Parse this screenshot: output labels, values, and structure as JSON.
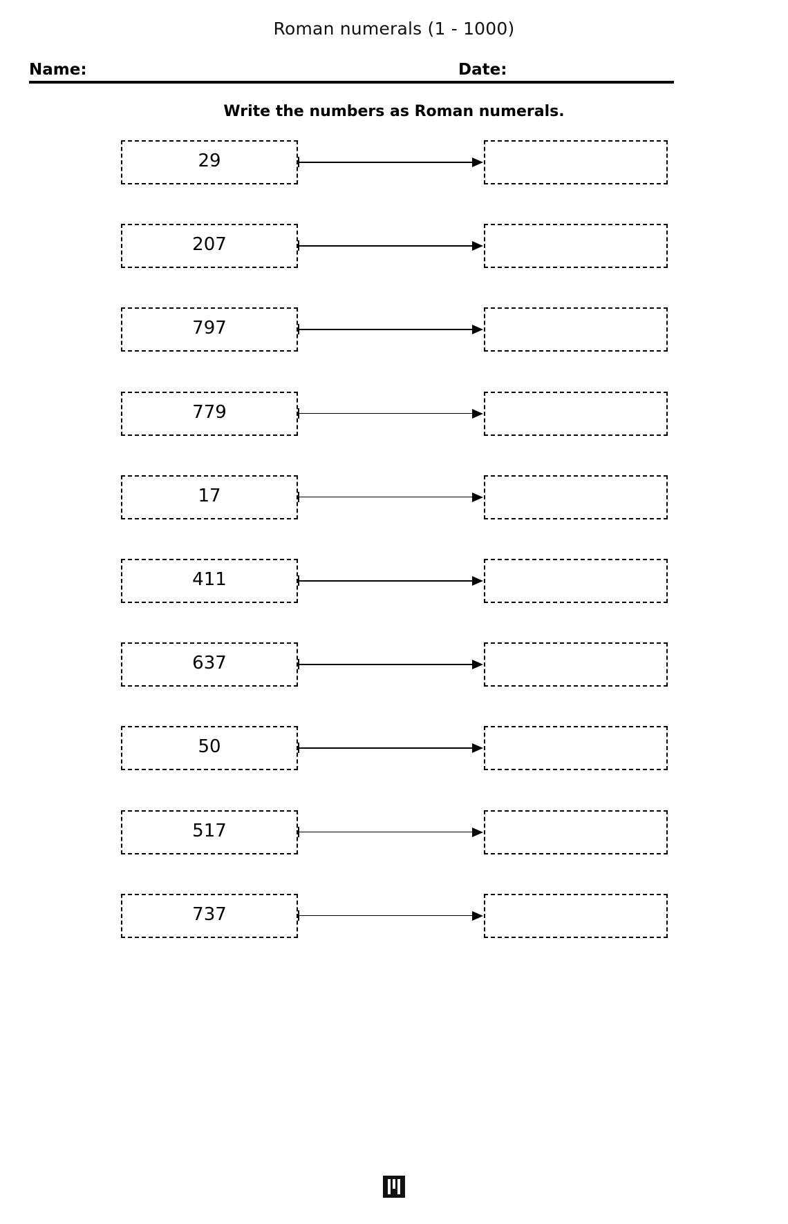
{
  "document": {
    "title": "Roman numerals (1 - 1000)",
    "instruction": "Write the numbers as Roman numerals."
  },
  "header": {
    "name_label": "Name:",
    "date_label": "Date:"
  },
  "problems": [
    {
      "index": 1,
      "number": "29",
      "answer": ""
    },
    {
      "index": 2,
      "number": "207",
      "answer": ""
    },
    {
      "index": 3,
      "number": "797",
      "answer": ""
    },
    {
      "index": 4,
      "number": "779",
      "answer": ""
    },
    {
      "index": 5,
      "number": "17",
      "answer": ""
    },
    {
      "index": 6,
      "number": "411",
      "answer": ""
    },
    {
      "index": 7,
      "number": "637",
      "answer": ""
    },
    {
      "index": 8,
      "number": "50",
      "answer": ""
    },
    {
      "index": 9,
      "number": "517",
      "answer": ""
    },
    {
      "index": 10,
      "number": "737",
      "answer": ""
    }
  ],
  "footer": {
    "logo_name": "publisher-logo"
  },
  "colors": {
    "ink": "#000000",
    "paper": "#ffffff"
  }
}
